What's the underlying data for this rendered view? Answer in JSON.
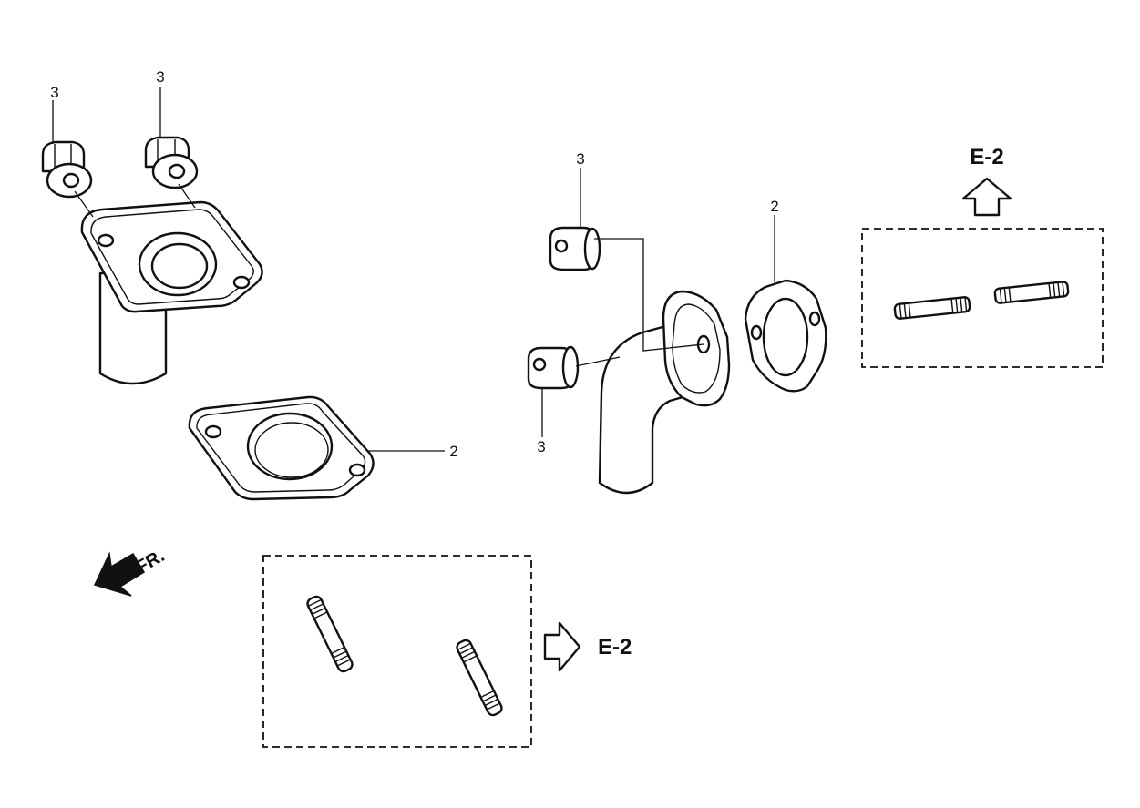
{
  "callouts": {
    "bolt_left_a": "3",
    "bolt_left_b": "3",
    "gasket_left": "2",
    "bolt_right_top": "3",
    "bolt_right_bottom": "3",
    "gasket_right": "2"
  },
  "references": {
    "studs_bottom": "E-2",
    "studs_right": "E-2"
  },
  "direction": {
    "label": "FR."
  }
}
